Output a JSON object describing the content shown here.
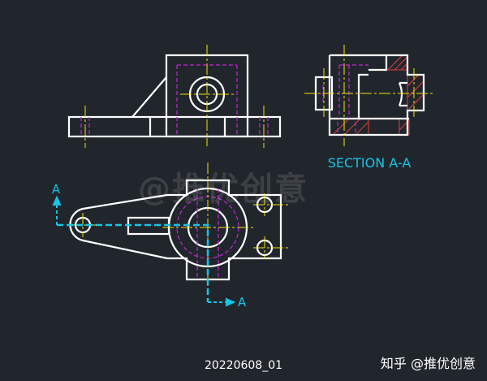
{
  "drawing": {
    "section_title": "SECTION A-A",
    "cut_label_top": "A",
    "cut_label_bottom": "A",
    "caption": "20220608_01",
    "watermark": "@推优创意",
    "brand": "知乎 @推优创意",
    "colors": {
      "background": "#21262c",
      "outline": "#ffffff",
      "hidden": "#c026d3",
      "center": "#f2e20d",
      "cut_plane": "#19c3e6",
      "hatch": "#e63c3c"
    }
  }
}
